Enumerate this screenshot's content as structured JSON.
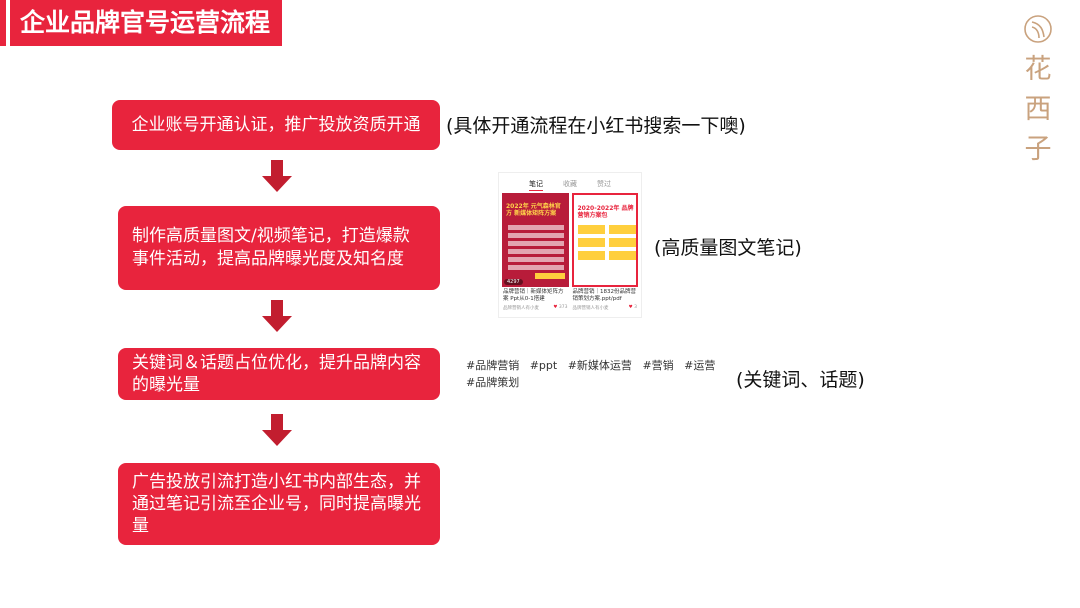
{
  "slide": {
    "title": "企业品牌官号运营流程",
    "logo_text": "花西子",
    "brand_color": "#e8243d"
  },
  "steps": [
    {
      "text": "企业账号开通认证，推广投放资质开通"
    },
    {
      "text": "制作高质量图文/视频笔记，打造爆款事件活动，提高品牌曝光度及知名度"
    },
    {
      "text": "关键词＆话题占位优化，提升品牌内容的曝光量"
    },
    {
      "text": "广告投放引流打造小红书内部生态，并通过笔记引流至企业号，同时提高曝光量"
    }
  ],
  "notes": {
    "step1": "(具体开通流程在小红书搜索一下噢)",
    "step2": "(高质量图文笔记)",
    "step3": "(关键词、话题)"
  },
  "tags": [
    "#品牌营销",
    "#ppt",
    "#新媒体运营",
    "#营销",
    "#运营",
    "#品牌策划"
  ],
  "mockup": {
    "tabs": [
      "笔记",
      "收藏",
      "赞过"
    ],
    "cards": [
      {
        "cover_title": "2022年 元气森林官方 新媒体矩阵方案",
        "views": "4297",
        "caption": "品牌营销｜新媒体矩阵方案 Ppt从0-1搭建",
        "author": "品牌营销人有小麦",
        "likes": "373"
      },
      {
        "cover_title": "2020-2022年 品牌营销方案包",
        "views": "",
        "caption": "品牌营销｜1832份品牌营销策划方案.ppt/pdf",
        "author": "品牌营销人有小麦",
        "likes": "3"
      }
    ]
  }
}
